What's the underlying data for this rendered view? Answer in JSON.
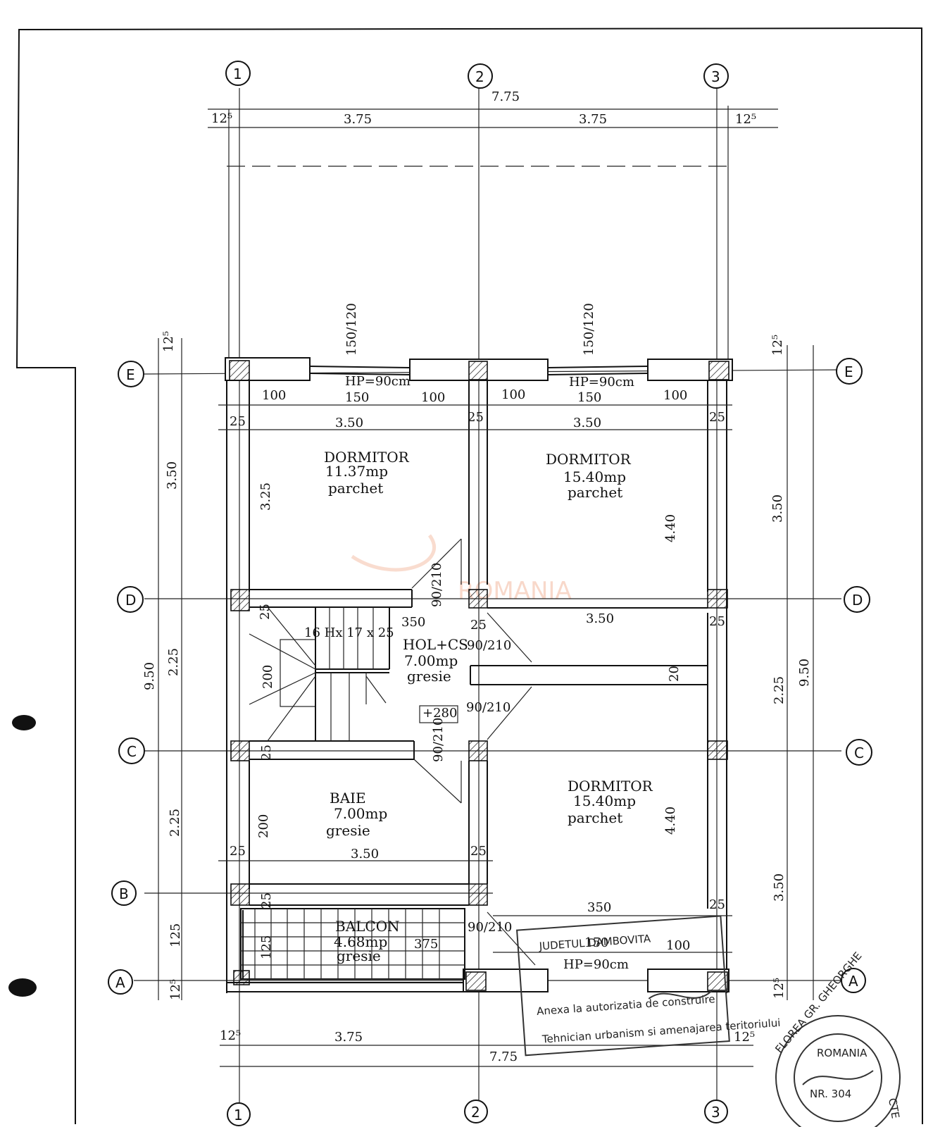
{
  "axes": {
    "columns": [
      "1",
      "2",
      "3"
    ],
    "rows": [
      "E",
      "D",
      "C",
      "B",
      "A"
    ]
  },
  "dimensions": {
    "overall_width": "7.75",
    "span_12": "3.75",
    "span_23": "3.75",
    "edge_left": "12⁵",
    "edge_right": "12⁵",
    "bottom_span": "3.75",
    "overall_depth": "9.50",
    "left_ED": "3.50",
    "left_DC": "2.25",
    "left_CB": "2.25",
    "left_BA": "125",
    "right_ED": "3.50",
    "right_DC": "2.25",
    "right_CA": "3.50",
    "top_edge_small": "12⁵",
    "bottom_edge_small": "12⁵",
    "window_height_left": "150/120",
    "window_height_right": "150/120",
    "window_note": "HP=90cm",
    "win_seg_100_a": "100",
    "win_seg_150_a": "150",
    "win_seg_100_b": "100",
    "win_seg_100_c": "100",
    "win_seg_150_b": "150",
    "win_seg_100_d": "100",
    "wall_25": "25",
    "room_w_350": "3.50",
    "room_w_350b": "3.50",
    "room_w_350_raw": "350",
    "room_h_325": "3.25",
    "room_h_440": "4.40",
    "room_h_440b": "4.40",
    "room_h_200": "200",
    "room_h_125": "125",
    "door_90_210": "90/210",
    "stairs_note": "16 Hx 17 x 25",
    "level": "+280",
    "balcony_375": "375",
    "balcony_door": "90/210",
    "bottom_150": "150",
    "bottom_100": "100",
    "window_note_bottom": "HP=90cm",
    "partition_20": "20",
    "col_25": "25"
  },
  "rooms": [
    {
      "name": "DORMITOR",
      "area": "11.37mp",
      "finish": "parchet"
    },
    {
      "name": "DORMITOR",
      "area": "15.40mp",
      "finish": "parchet"
    },
    {
      "name": "HOL+CS",
      "area": "7.00mp",
      "finish": "gresie"
    },
    {
      "name": "BAIE",
      "area": "7.00mp",
      "finish": "gresie"
    },
    {
      "name": "DORMITOR",
      "area": "15.40mp",
      "finish": "parchet"
    },
    {
      "name": "BALCON",
      "area": "4.68mp",
      "finish": "gresie"
    }
  ],
  "watermark": "ROMANIA",
  "stamps": {
    "round_text": "FLOREA GR. GHEORGHE",
    "round_country": "ROMANIA",
    "round_number": "NR. 304",
    "round_side": "CTE",
    "rect_line1": "JUDETUL DAMBOVITA",
    "rect_line2": "Anexa la autorizatia de construire",
    "rect_line3": "Tehnician urbanism si amenajarea teritoriului"
  }
}
